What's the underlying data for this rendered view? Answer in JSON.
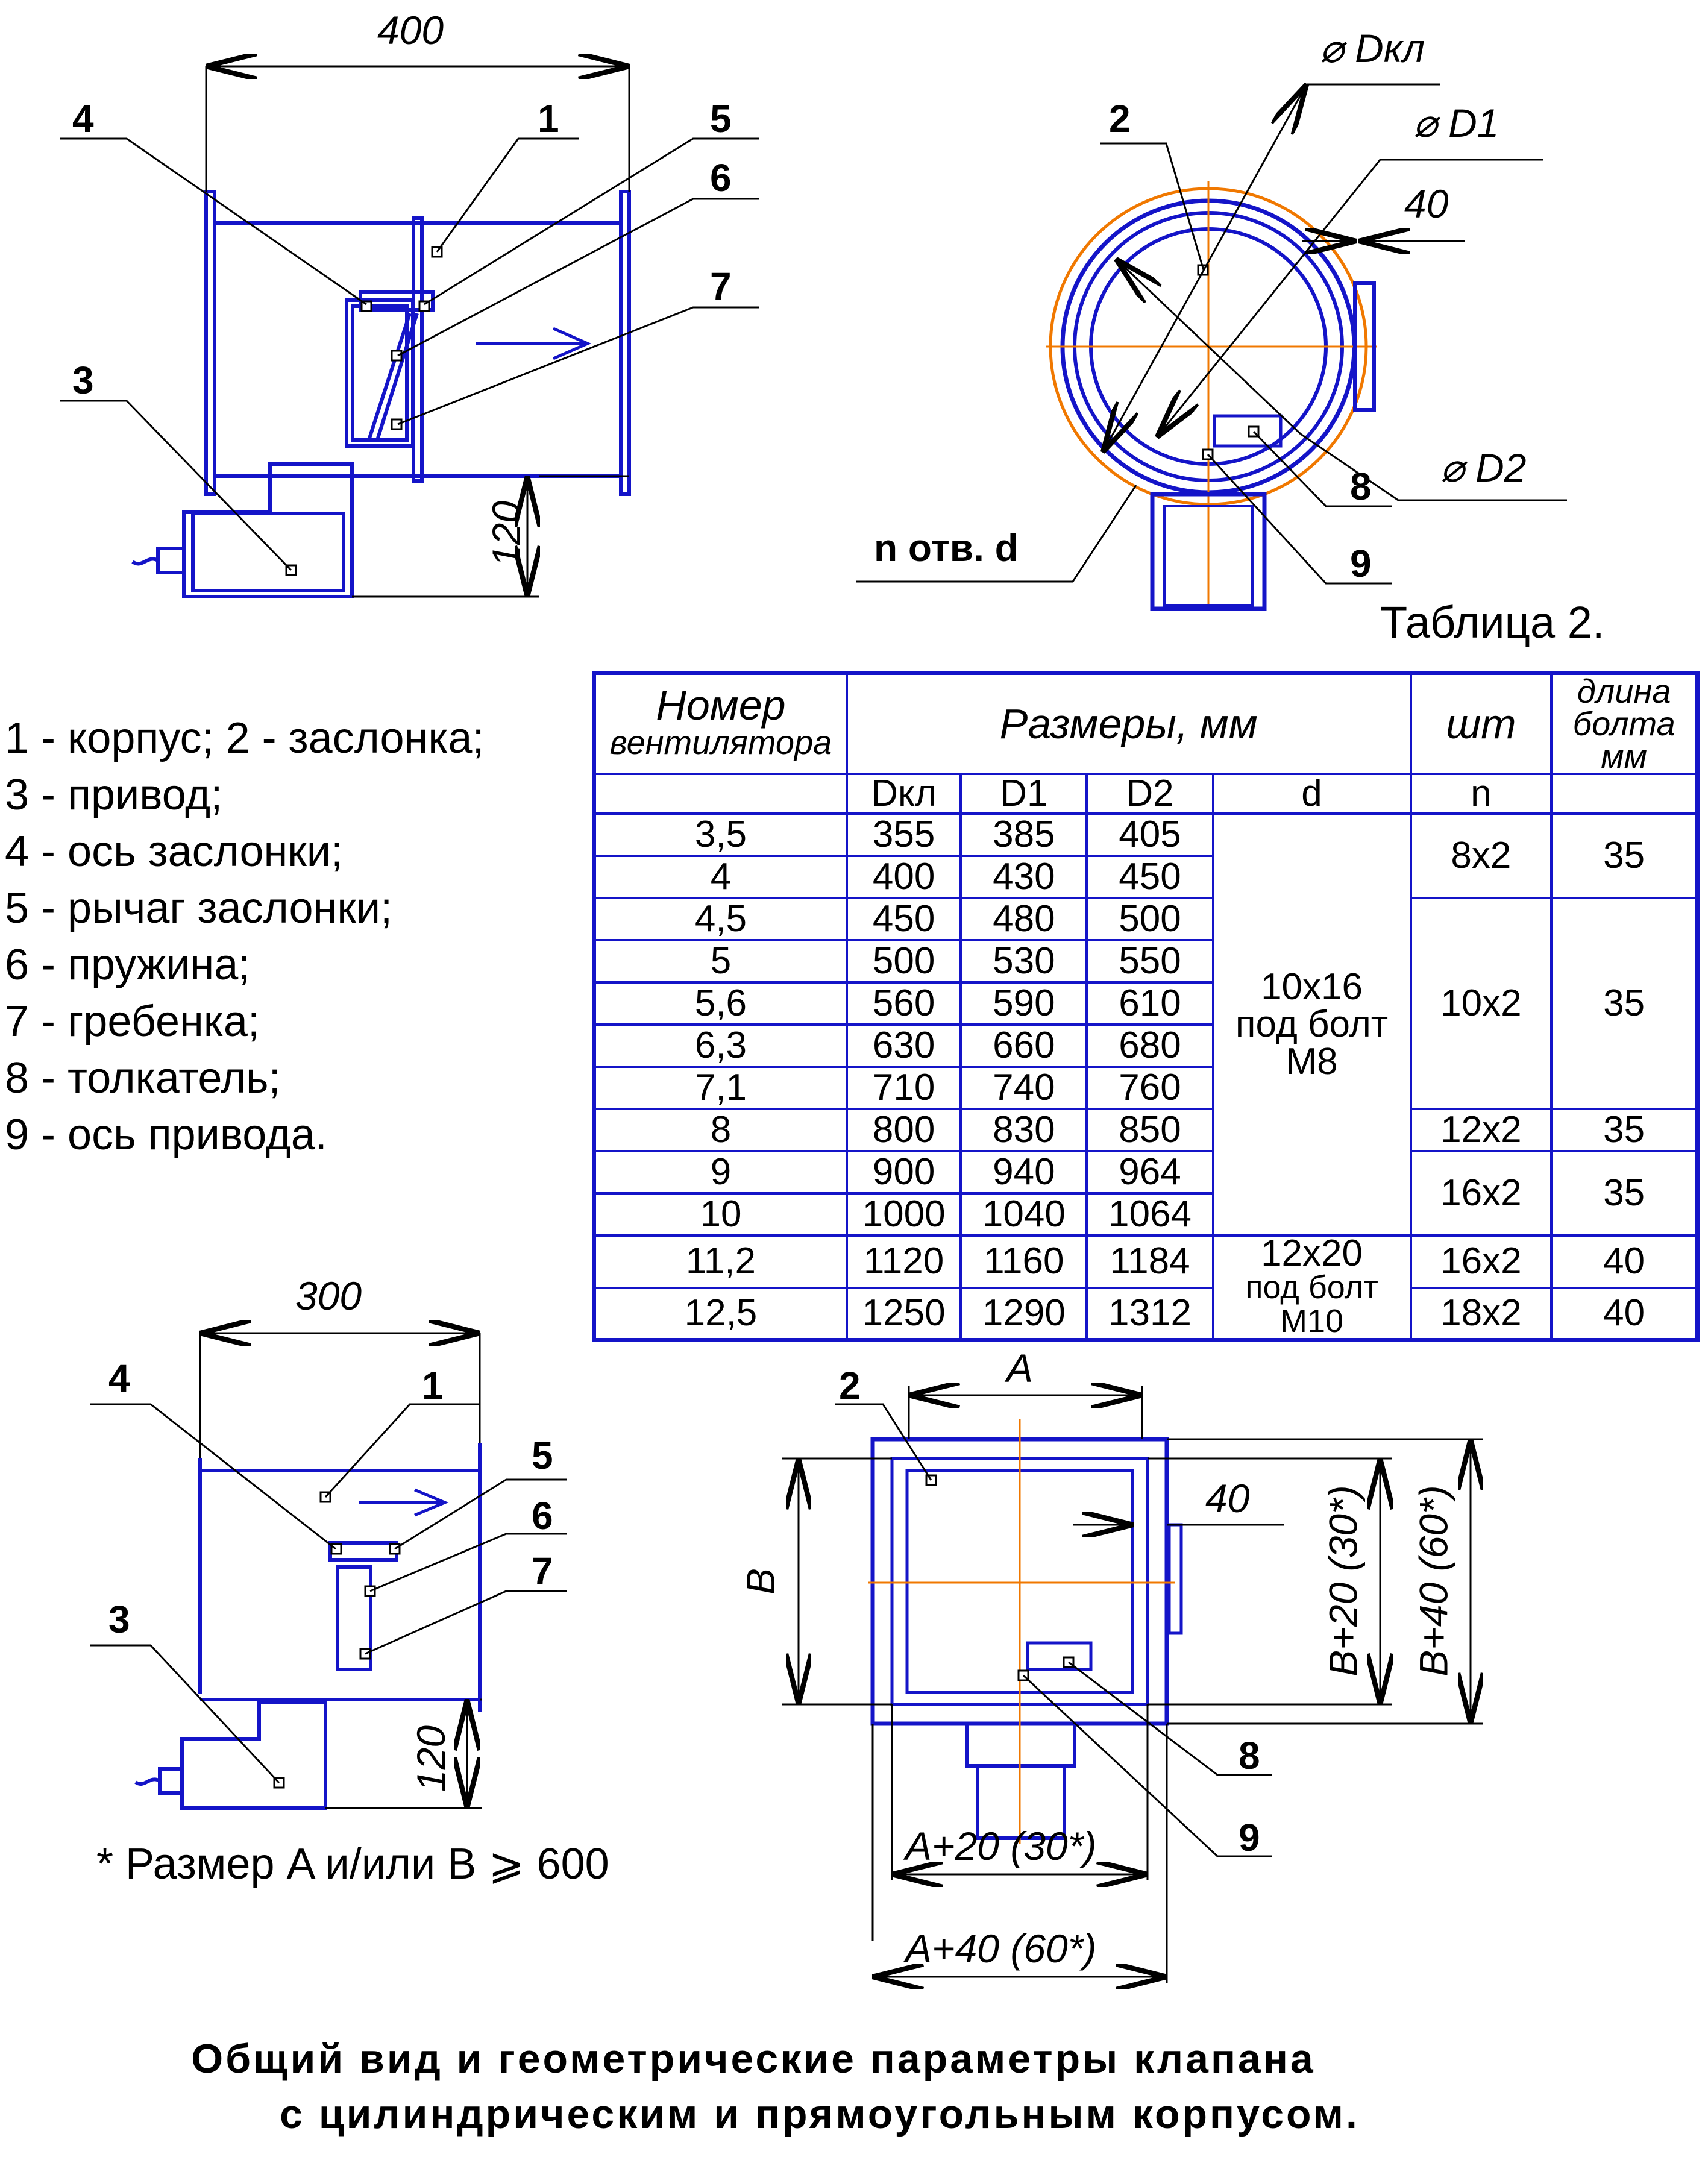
{
  "drawing_top_left": {
    "dim_length": "400",
    "dim_height": "120",
    "callouts": [
      "4",
      "1",
      "5",
      "6",
      "7",
      "3"
    ]
  },
  "drawing_top_right": {
    "dim_dkl": "⌀ Dкл",
    "dim_d1": "⌀ D1",
    "dim_d2": "⌀ D2",
    "dim_40": "40",
    "holes_label": "n отв. d",
    "callouts": [
      "2",
      "8",
      "9"
    ]
  },
  "legend": [
    "1 - корпус; 2 - заслонка;",
    "3 - привод;",
    "4 - ось заслонки;",
    "5 - рычаг заслонки;",
    "6 - пружина;",
    "7 - гребенка;",
    "8 - толкатель;",
    "9 - ось привода."
  ],
  "table": {
    "caption": "Таблица 2.",
    "headers": {
      "fan_number": "Номер",
      "fan_number_sub": "вентилятора",
      "sizes": "Размеры, мм",
      "pcs": "шт",
      "bolt_length": "длина болта мм",
      "dkl": "Dкл",
      "d1": "D1",
      "d2": "D2",
      "d": "d",
      "n": "n"
    },
    "rows": [
      {
        "num": "3,5",
        "dkl": "355",
        "d1": "385",
        "d2": "405"
      },
      {
        "num": "4",
        "dkl": "400",
        "d1": "430",
        "d2": "450"
      },
      {
        "num": "4,5",
        "dkl": "450",
        "d1": "480",
        "d2": "500"
      },
      {
        "num": "5",
        "dkl": "500",
        "d1": "530",
        "d2": "550"
      },
      {
        "num": "5,6",
        "dkl": "560",
        "d1": "590",
        "d2": "610"
      },
      {
        "num": "6,3",
        "dkl": "630",
        "d1": "660",
        "d2": "680"
      },
      {
        "num": "7,1",
        "dkl": "710",
        "d1": "740",
        "d2": "760"
      },
      {
        "num": "8",
        "dkl": "800",
        "d1": "830",
        "d2": "850"
      },
      {
        "num": "9",
        "dkl": "900",
        "d1": "940",
        "d2": "964"
      },
      {
        "num": "10",
        "dkl": "1000",
        "d1": "1040",
        "d2": "1064"
      },
      {
        "num": "11,2",
        "dkl": "1120",
        "d1": "1160",
        "d2": "1184"
      },
      {
        "num": "12,5",
        "dkl": "1250",
        "d1": "1290",
        "d2": "1312"
      }
    ],
    "d_groups": [
      {
        "line1": "10x16",
        "line2": "под болт М8"
      },
      {
        "line1": "12x20",
        "line2": "под болт М10"
      }
    ],
    "n_groups": [
      "8x2",
      "10x2",
      "12x2",
      "16x2",
      "16x2",
      "18x2"
    ],
    "bolt_groups": [
      "35",
      "35",
      "35",
      "35",
      "40",
      "40"
    ]
  },
  "drawing_bottom_left": {
    "dim_length": "300",
    "dim_height": "120",
    "callouts": [
      "4",
      "1",
      "5",
      "6",
      "7",
      "3"
    ]
  },
  "drawing_bottom_right": {
    "dim_a": "A",
    "dim_b": "B",
    "dim_40": "40",
    "dim_a20": "A+20 (30*)",
    "dim_a40": "A+40 (60*)",
    "dim_b20": "B+20 (30*)",
    "dim_b40": "B+40 (60*)",
    "callouts": [
      "2",
      "8",
      "9"
    ]
  },
  "note": "* Размер A и/или B ⩾ 600",
  "title_line1": "Общий вид и геометрические параметры клапана",
  "title_line2": "с цилиндрическим и прямоугольным корпусом.",
  "colors": {
    "outline": "#1414c8",
    "axis": "#f07800",
    "ink": "#000000"
  }
}
